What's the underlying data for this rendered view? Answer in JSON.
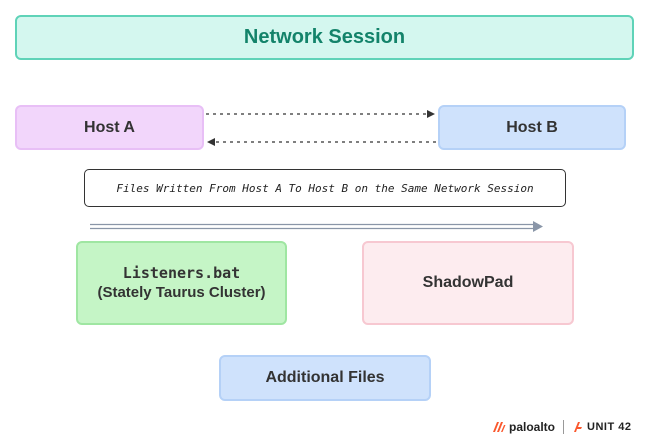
{
  "title": "Network Session",
  "hosts": {
    "host_a": "Host A",
    "host_b": "Host B"
  },
  "caption": "Files Written From Host A To Host B on the Same Network Session",
  "files": {
    "listeners_name": "Listeners.bat",
    "listeners_cluster": "(Stately Taurus Cluster)",
    "shadowpad": "ShadowPad",
    "additional": "Additional Files"
  },
  "branding": {
    "paloalto": "paloalto",
    "unit42": "UNIT 42"
  },
  "colors": {
    "title_bg": "#d4f7ef",
    "title_text": "#13836a",
    "host_a_bg": "#f2d6fb",
    "host_b_bg": "#cfe2fc",
    "listeners_bg": "#c5f5c6",
    "shadowpad_bg": "#fdecef",
    "additional_bg": "#cfe2fc",
    "arrow": "#333333",
    "flow_arrow": "#8a96a8",
    "logo_accent": "#fa582d"
  }
}
